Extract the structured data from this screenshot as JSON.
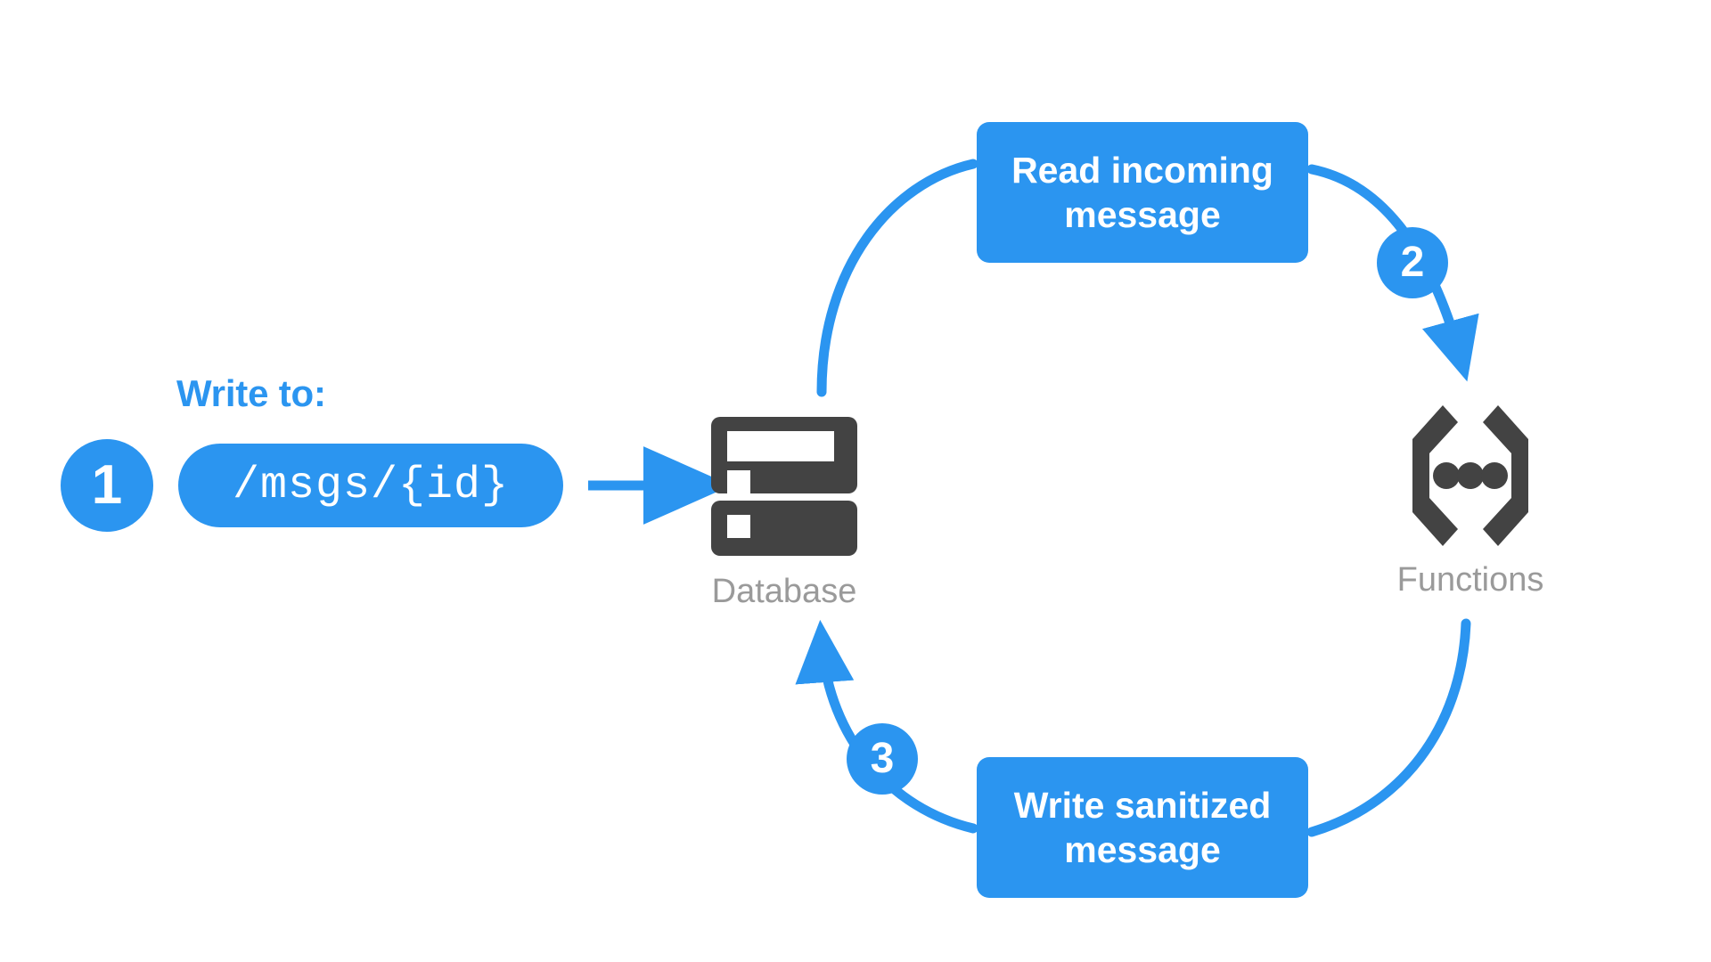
{
  "diagram": {
    "title": "Write to database, sanitize with Cloud Function, write back",
    "background": "#ffffff",
    "accent_color": "#2b95f0",
    "icon_color": "#434343",
    "caption_color": "#9a9a9a"
  },
  "write_to": {
    "label": "Write to:",
    "path_value": "/msgs/{id}"
  },
  "steps": [
    {
      "number": "1",
      "meaning": "Client writes a message to the database path"
    },
    {
      "number": "2",
      "meaning": "Function reads the incoming message"
    },
    {
      "number": "3",
      "meaning": "Function writes the sanitized message back"
    }
  ],
  "cards": [
    {
      "id": "read",
      "line1": "Read incoming",
      "line2": "message"
    },
    {
      "id": "write",
      "line1": "Write sanitized",
      "line2": "message"
    }
  ],
  "nodes": [
    {
      "id": "database",
      "label": "Database",
      "icon": "database-icon"
    },
    {
      "id": "functions",
      "label": "Functions",
      "icon": "functions-brackets-icon"
    }
  ],
  "edges": [
    {
      "id": "pill-to-database",
      "style": "straight",
      "arrowhead": true
    },
    {
      "id": "database-to-read",
      "style": "curve",
      "arrowhead": false
    },
    {
      "id": "read-to-functions",
      "style": "curve",
      "arrowhead": true
    },
    {
      "id": "functions-to-write",
      "style": "curve",
      "arrowhead": false
    },
    {
      "id": "write-to-database",
      "style": "curve",
      "arrowhead": true
    }
  ]
}
